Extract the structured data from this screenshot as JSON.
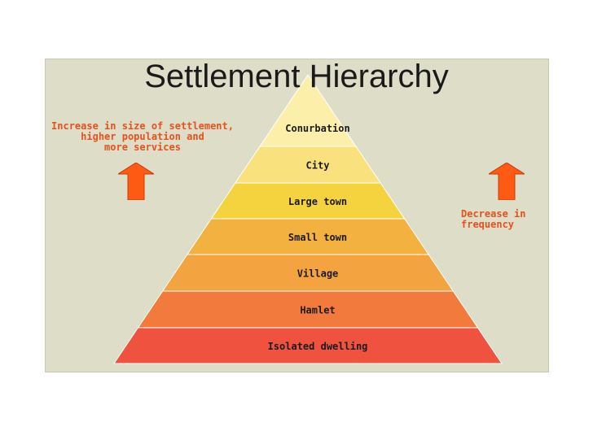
{
  "title": "Settlement Hierarchy",
  "left_note": "Increase in size of settlement,\nhigher population and\nmore services",
  "right_note": "Decrease in\nfrequency",
  "layers": [
    {
      "label": "Conurbation",
      "color": "#fcefaa"
    },
    {
      "label": "City",
      "color": "#f9e17d"
    },
    {
      "label": "Large town",
      "color": "#f4d33f"
    },
    {
      "label": "Small town",
      "color": "#f3b23f"
    },
    {
      "label": "Village",
      "color": "#f3a441"
    },
    {
      "label": "Hamlet",
      "color": "#f27a3d"
    },
    {
      "label": "Isolated dwelling",
      "color": "#ef5340"
    }
  ],
  "colors": {
    "background_panel": "#deddc7",
    "accent_orange": "#e8511d",
    "arrow": "#ff5a14"
  },
  "icons": {
    "left_arrow": "up-arrow-icon",
    "right_arrow": "up-arrow-icon"
  }
}
